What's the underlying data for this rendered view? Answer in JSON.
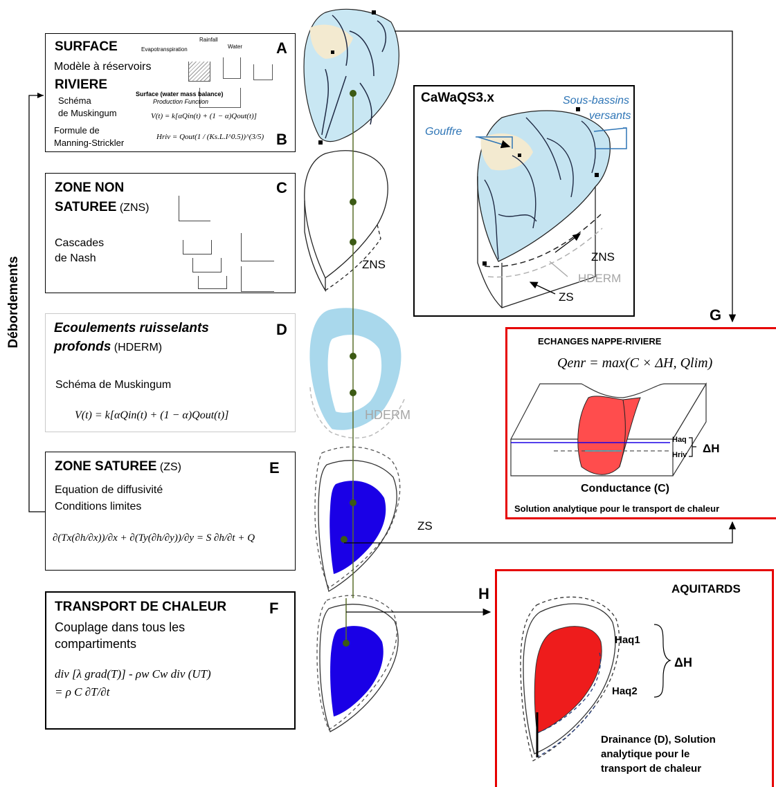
{
  "side_label": "Débordements",
  "boxA": {
    "title": "SURFACE",
    "subtitle": "Modèle à réservoirs",
    "title2": "RIVIERE",
    "muskingum1": "Schéma",
    "muskingum2": "de Muskingum",
    "manning1": "Formule de",
    "manning2": "Manning-Strickler",
    "letterA": "A",
    "letterB": "B",
    "lbl_evapo": "Evapotranspiration",
    "lbl_rain": "Rainfall",
    "lbl_water": "Water",
    "lbl_surface": "Surface (water mass balance)",
    "lbl_production": "Production Function",
    "eq_v": "V(t) = k[αQin(t) + (1 − α)Qout(t)]",
    "eq_h": "Hriv = Qout(1 / (Ks.L.I^0.5))^(3/5)"
  },
  "boxC": {
    "title1": "ZONE NON",
    "title2": "SATUREE",
    "abbr": "(ZNS)",
    "body1": "Cascades",
    "body2": "de Nash",
    "letter": "C"
  },
  "boxD": {
    "title1": "Ecoulements ruisselants",
    "title2": "profonds",
    "abbr": "(HDERM)",
    "body": "Schéma de Muskingum",
    "eq": "V(t) = k[αQin(t) + (1 − α)Qout(t)]",
    "letter": "D"
  },
  "boxE": {
    "title": "ZONE SATUREE",
    "abbr": "(ZS)",
    "body1": "Equation de diffusivité",
    "body2": "Conditions limites",
    "eq": "∂(Tx(∂h/∂x))/∂x + ∂(Ty(∂h/∂y))/∂y = S ∂h/∂t + Q",
    "letter": "E"
  },
  "boxF": {
    "title": "TRANSPORT DE CHALEUR",
    "body1": "Couplage dans tous les",
    "body2": "compartiments",
    "eq1": "div [λ grad(T)] - ρw Cw div (UT)",
    "eq2": "= ρ C ∂T/∂t",
    "letter": "F"
  },
  "center_labels": {
    "zns": "ZNS",
    "hderm": "HDERM",
    "zs": "ZS"
  },
  "cawaqs": {
    "title": "CaWaQS3.x",
    "gouffre": "Gouffre",
    "sous1": "Sous-bassins",
    "sous2": "versants",
    "zns": "ZNS",
    "hderm": "HDERM",
    "zs": "ZS"
  },
  "boxG": {
    "letter": "G",
    "title": "ECHANGES NAPPE-RIVIERE",
    "eq": "Qenr = max(C × ΔH, Qlim)",
    "haq": "Haq",
    "hriv": "Hriv",
    "dh": "ΔH",
    "conductance": "Conductance (C)",
    "solution": "Solution analytique pour le transport de chaleur"
  },
  "boxH": {
    "letter": "H",
    "title": "AQUITARDS",
    "haq1": "Haq1",
    "haq2": "Haq2",
    "dh": "ΔH",
    "drain1": "Drainance (D), Solution",
    "drain2": "analytique pour le",
    "drain3": "transport de chaleur"
  },
  "colors": {
    "lightblue": "#bfe0ef",
    "sky": "#9fd3ea",
    "sand": "#f5ecd2",
    "deepblue": "#1a00e6",
    "red": "#ee1c1c",
    "accent_blue": "#2e75b6",
    "node": "#3c5a14",
    "frame_red": "#e60000"
  }
}
